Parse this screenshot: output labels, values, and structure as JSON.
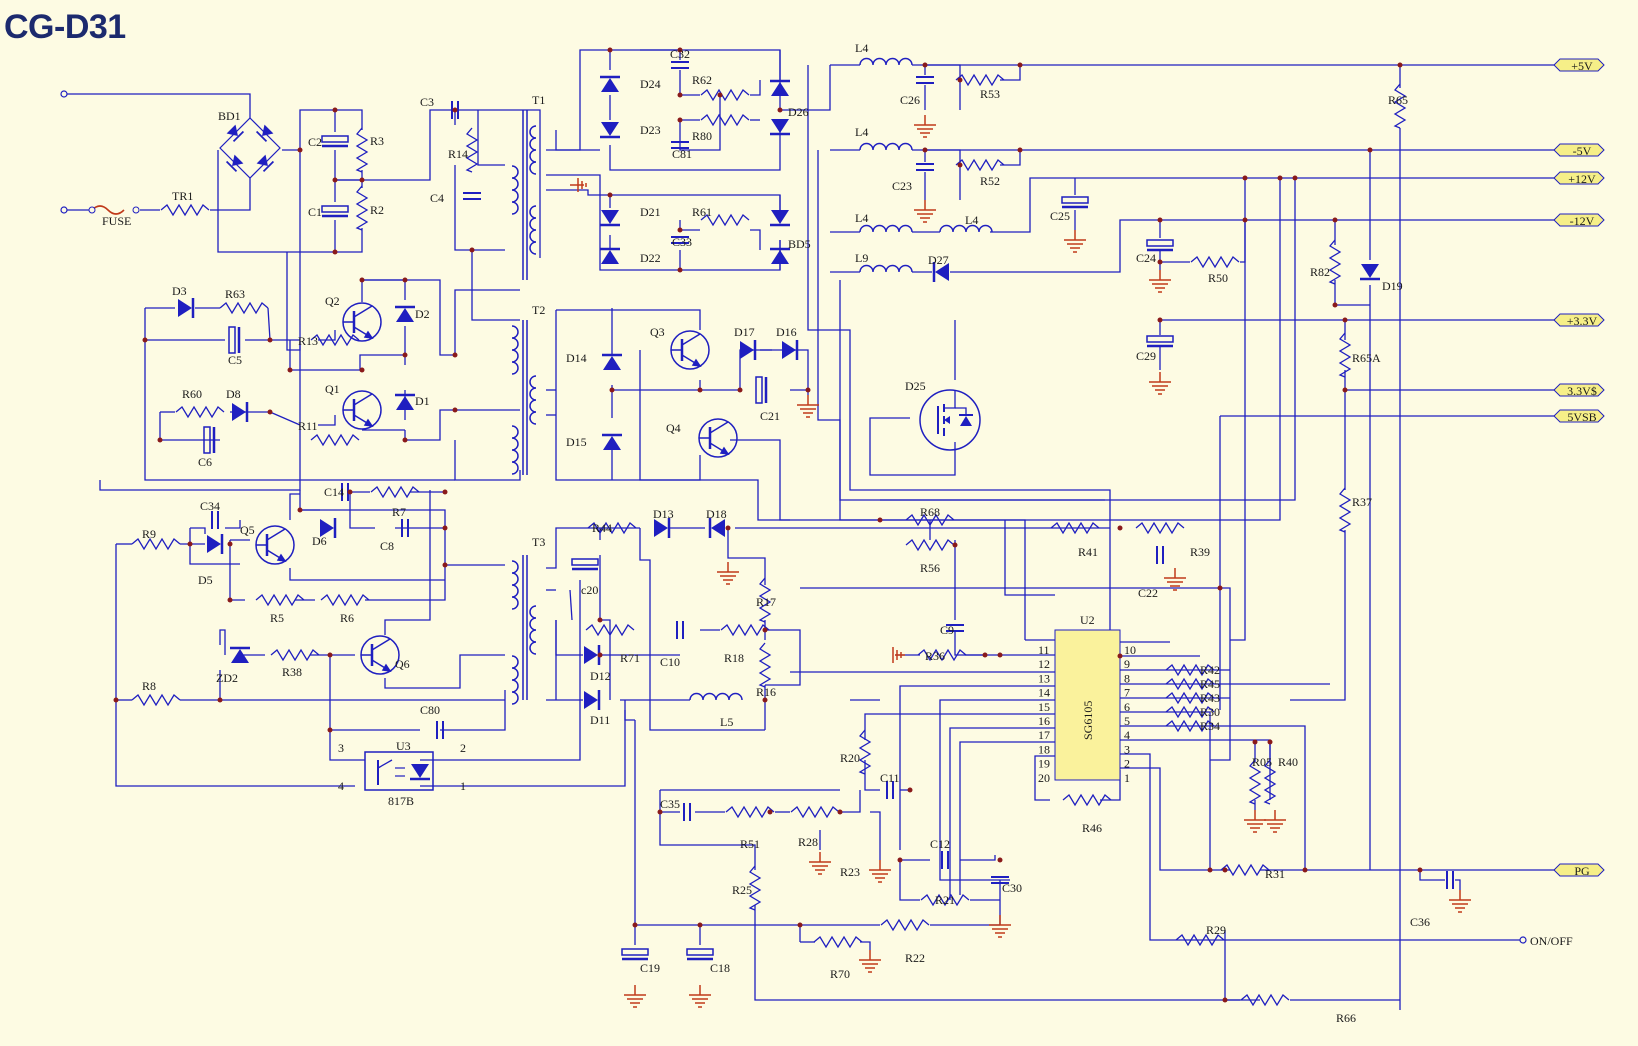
{
  "title": "CG-D31",
  "colors": {
    "wire": "#1f1fc0",
    "diode": "#1f1fc0",
    "ground": "#c03a1a",
    "junction": "#8a1a1a",
    "ic_fill": "#faf29c",
    "tab_fill": "#f6ef88",
    "background": "#fdfbe3"
  },
  "outputs": [
    "+5V",
    "-5V",
    "+12V",
    "-12V",
    "+3.3V",
    "3.3V$",
    "5VSB",
    "PG",
    "ON/OFF"
  ],
  "ic": {
    "name": "U2",
    "part": "SG6105",
    "left_pins": [
      "11",
      "12",
      "13",
      "14",
      "15",
      "16",
      "17",
      "18",
      "19",
      "20"
    ],
    "right_pins": [
      "10",
      "9",
      "8",
      "7",
      "6",
      "5",
      "4",
      "3",
      "2",
      "1"
    ]
  },
  "opto": {
    "name": "U3",
    "part": "817B",
    "pins": [
      "3",
      "2",
      "4",
      "1"
    ]
  },
  "transformers": [
    "T1",
    "T2",
    "T3"
  ],
  "input": {
    "bridge": "BD1",
    "fuse": "FUSE",
    "thermistor": "TR1"
  },
  "diodes": [
    "D3",
    "D8",
    "D2",
    "D1",
    "D6",
    "D5",
    "ZD2",
    "D24",
    "D23",
    "D26",
    "D21",
    "D22",
    "BD5",
    "D27",
    "D19",
    "D14",
    "D15",
    "D17",
    "D16",
    "D13",
    "D18",
    "D12",
    "D11",
    "D25"
  ],
  "transistors": [
    "Q2",
    "Q1",
    "Q5",
    "Q6",
    "Q3",
    "Q4"
  ],
  "caps": [
    "C3",
    "C2",
    "C1",
    "C4",
    "C5",
    "C6",
    "C14",
    "C8",
    "C34",
    "C80",
    "C32",
    "C81",
    "C33",
    "C26",
    "C23",
    "C25",
    "C24",
    "C29",
    "C21",
    "c20",
    "C10",
    "C9",
    "C22",
    "C11",
    "C35",
    "C12",
    "C30",
    "C19",
    "C18",
    "C36"
  ],
  "resistors": [
    "R3",
    "R2",
    "R14",
    "R63",
    "R13",
    "R60",
    "R11",
    "R7",
    "R9",
    "R5",
    "R6",
    "R8",
    "R38",
    "R62",
    "R80",
    "R61",
    "R53",
    "R52",
    "R50",
    "R65",
    "R82",
    "R65A",
    "R37",
    "R44",
    "R71",
    "R18",
    "R17",
    "R16",
    "R68",
    "R56",
    "R41",
    "R39",
    "R36",
    "R42",
    "R45",
    "R43",
    "R30",
    "R34",
    "R05",
    "R40",
    "R46",
    "R20",
    "R51",
    "R28",
    "R23",
    "R25",
    "R21",
    "R31",
    "R29",
    "R70",
    "R22",
    "R66"
  ],
  "inductors": [
    "L4",
    "L4",
    "L4",
    "L4",
    "L9",
    "L5"
  ]
}
